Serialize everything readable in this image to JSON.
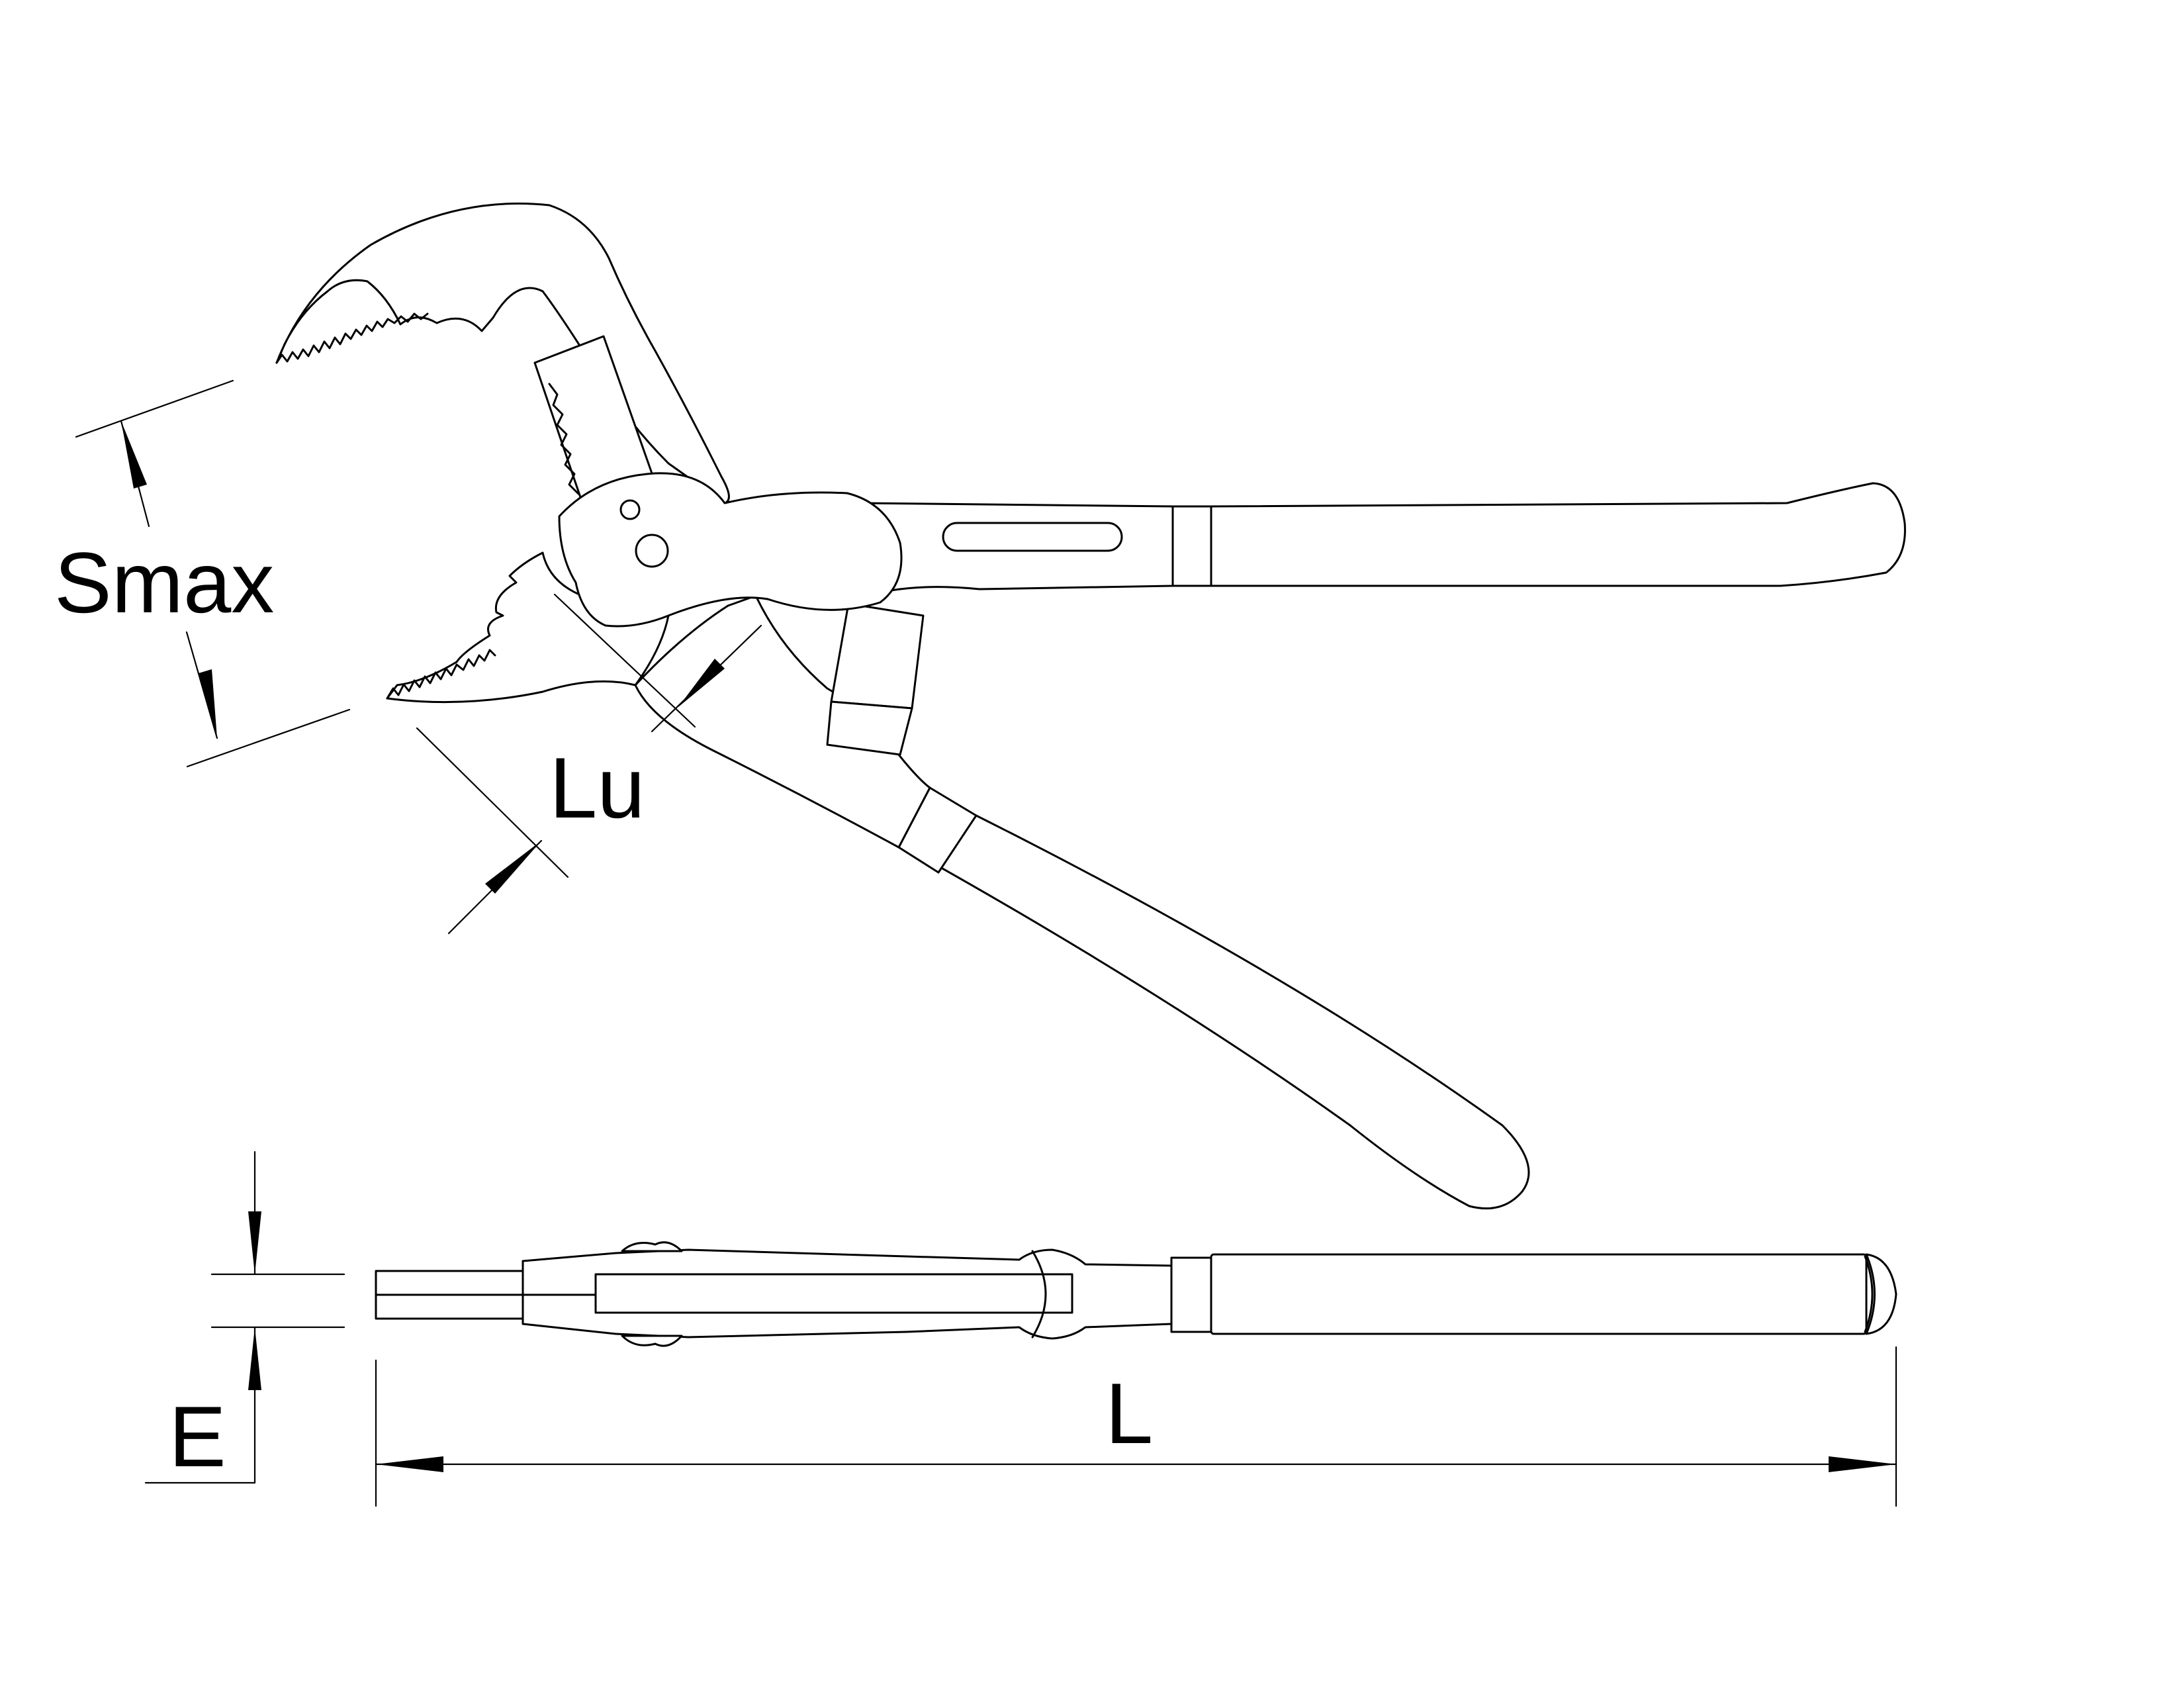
{
  "dimensions": {
    "smax": "Smax",
    "lu": "Lu",
    "e": "E",
    "l": "L"
  }
}
